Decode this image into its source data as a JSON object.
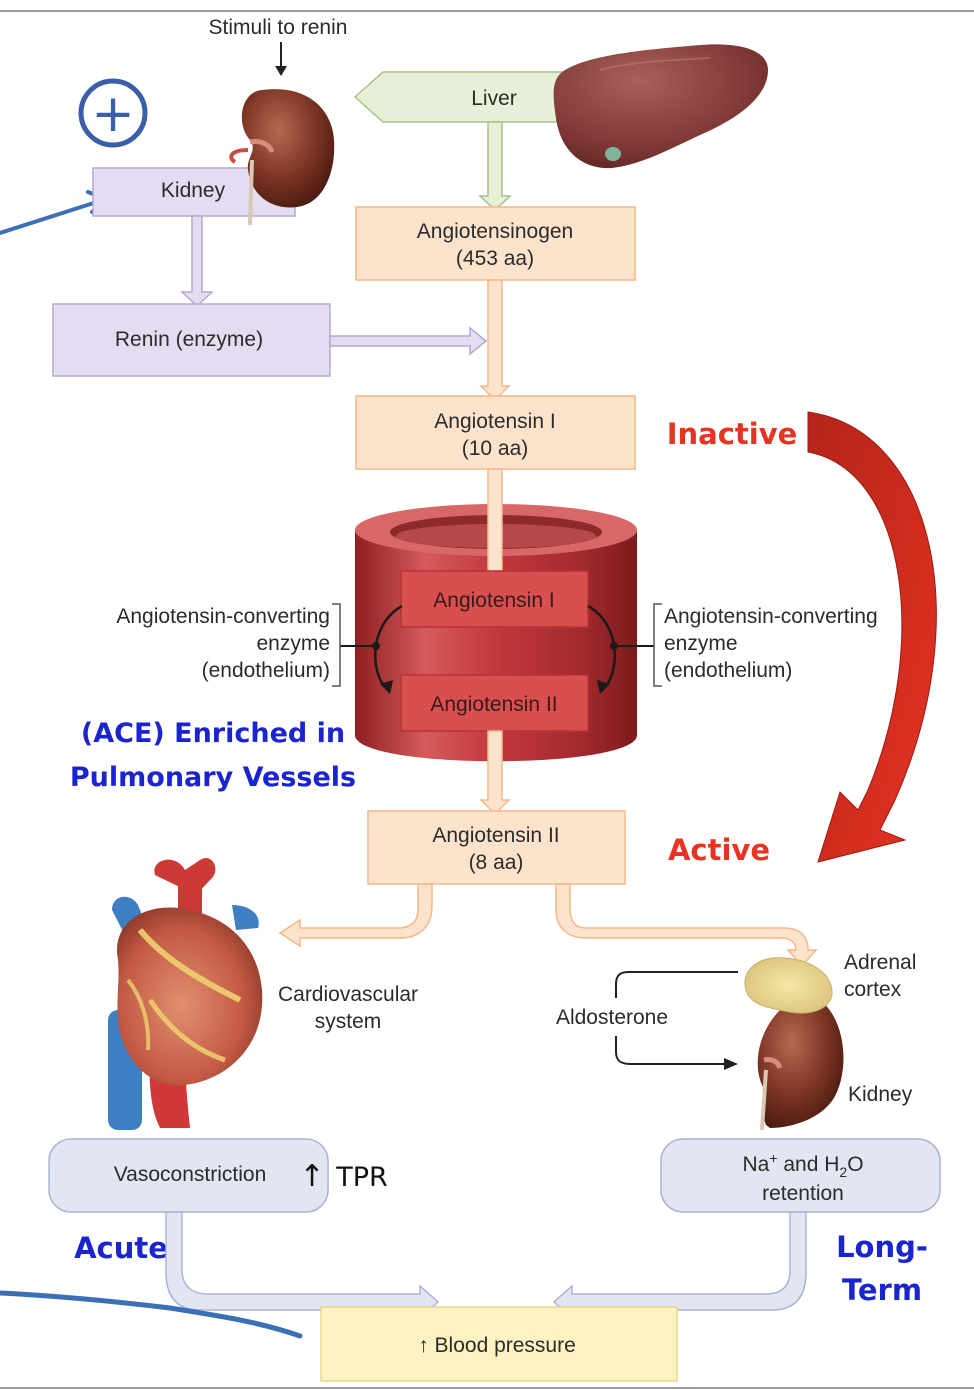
{
  "top_note": "Stimuli to renin",
  "plus_symbol": "+",
  "liver_label": "Liver",
  "kidney_top_label": "Kidney",
  "renin_label": "Renin (enzyme)",
  "angiotensinogen": {
    "line1": "Angiotensinogen",
    "line2": "(453 aa)"
  },
  "angiotensin1": {
    "line1": "Angiotensin I",
    "line2": "(10 aa)"
  },
  "vessel_ang1": "Angiotensin I",
  "vessel_ang2": "Angiotensin II",
  "ace_left": {
    "line1": "Angiotensin-converting",
    "line2": "enzyme",
    "line3": "(endothelium)"
  },
  "ace_right": {
    "line1": "Angiotensin-converting",
    "line2": "enzyme",
    "line3": "(endothelium)"
  },
  "ace_note": {
    "line1": "(ACE) Enriched in",
    "line2": "Pulmonary Vessels"
  },
  "angiotensin2": {
    "line1": "Angiotensin II",
    "line2": "(8 aa)"
  },
  "inactive_label": "Inactive",
  "active_label": "Active",
  "cardio_label": {
    "line1": "Cardiovascular",
    "line2": "system"
  },
  "aldosterone_label": "Aldosterone",
  "adrenal_label": {
    "line1": "Adrenal",
    "line2": "cortex"
  },
  "kidney_bottom_label": "Kidney",
  "vasoconstriction_label": "Vasoconstriction",
  "tpr_label": "TPR",
  "tpr_arrow": "↑",
  "na_retention": {
    "na": "Na",
    "na_sup": "+",
    "and_h": " and H",
    "h_sub": "2",
    "o": "O",
    "line2": "retention"
  },
  "acute_label": "Acute",
  "longterm_label": {
    "line1": "Long-",
    "line2": "Term"
  },
  "blood_pressure_label": "↑ Blood pressure",
  "colors": {
    "peach_box": "#fde3cc",
    "lavender_box": "#e4dcf0",
    "bluegrey_box": "#e2e6f3",
    "yellow_box": "#fdf3c2",
    "annotation_red": "#e63322",
    "annotation_blue": "#1a25d0",
    "vessel_red": "#c2383c",
    "pen_blue": "#3b6fb6"
  }
}
